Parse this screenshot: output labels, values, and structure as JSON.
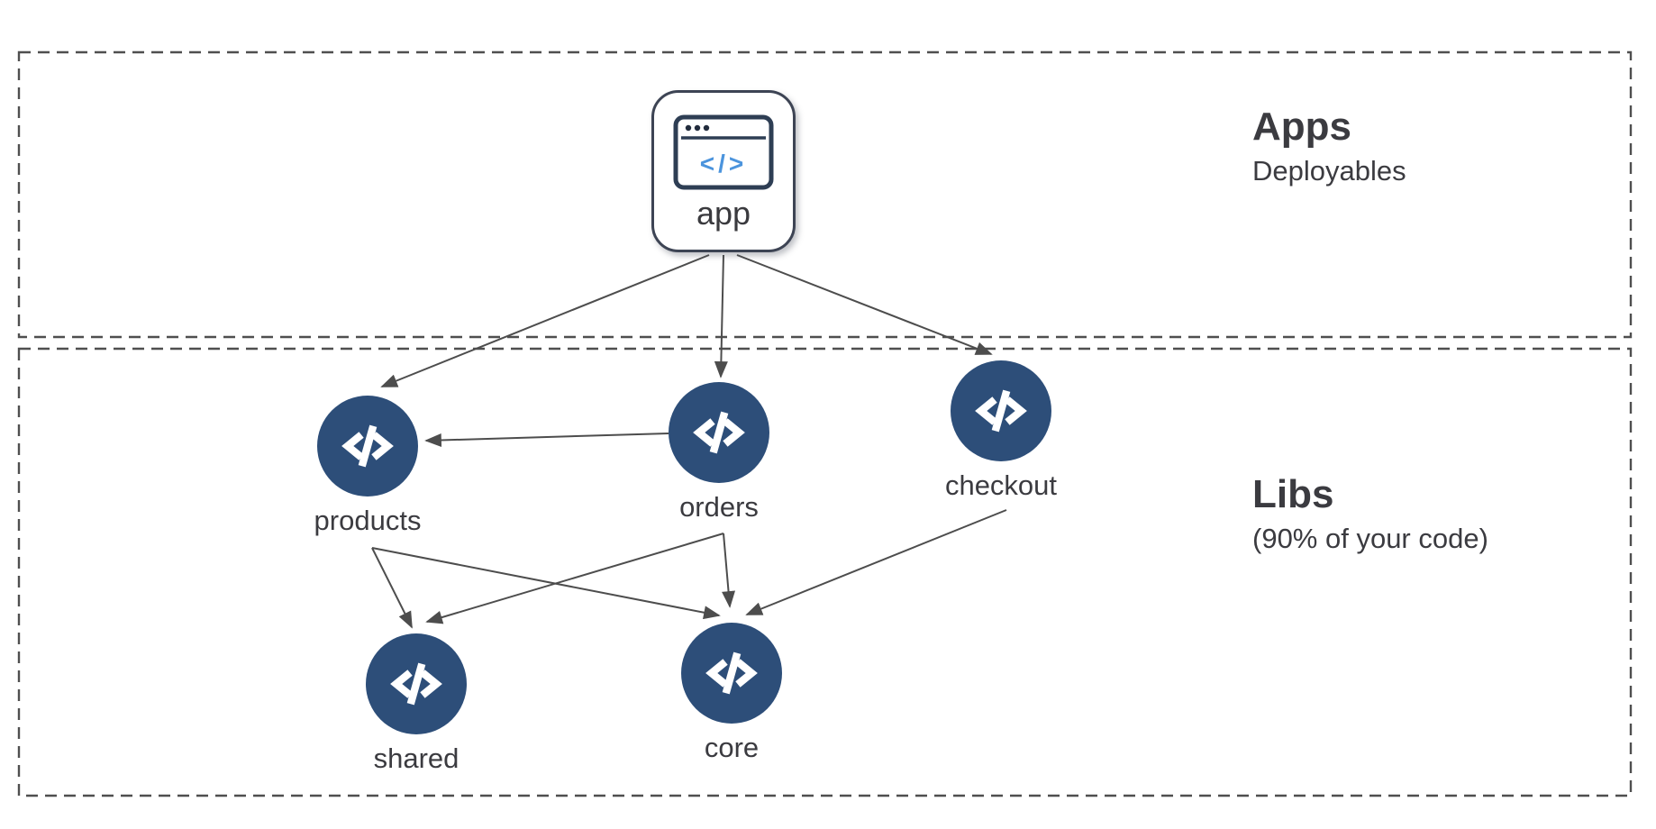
{
  "diagram": {
    "groups": {
      "apps": {
        "title": "Apps",
        "subtitle": "Deployables"
      },
      "libs": {
        "title": "Libs",
        "subtitle": "(90% of your code)"
      }
    },
    "nodes": [
      {
        "id": "app",
        "label": "app",
        "type": "application"
      },
      {
        "id": "products",
        "label": "products",
        "type": "library"
      },
      {
        "id": "orders",
        "label": "orders",
        "type": "library"
      },
      {
        "id": "checkout",
        "label": "checkout",
        "type": "library"
      },
      {
        "id": "shared",
        "label": "shared",
        "type": "library"
      },
      {
        "id": "core",
        "label": "core",
        "type": "library"
      }
    ],
    "edges": [
      {
        "from": "app",
        "to": "products"
      },
      {
        "from": "app",
        "to": "orders"
      },
      {
        "from": "app",
        "to": "checkout"
      },
      {
        "from": "orders",
        "to": "products"
      },
      {
        "from": "products",
        "to": "shared"
      },
      {
        "from": "products",
        "to": "core"
      },
      {
        "from": "orders",
        "to": "shared"
      },
      {
        "from": "orders",
        "to": "core"
      },
      {
        "from": "checkout",
        "to": "core"
      }
    ],
    "icons": {
      "app_icon": "browser-code-icon",
      "lib_icon": "code-icon",
      "code_glyph": "</>"
    },
    "colors": {
      "lib_circle": "#2d4e79",
      "app_code_blue": "#4b94dd",
      "app_border": "#3d4454",
      "browser_icon_stroke": "#2e3e54",
      "arrow": "#4d4d4d",
      "dashed_border": "#4f4f4f",
      "text": "#3b3b40"
    }
  }
}
